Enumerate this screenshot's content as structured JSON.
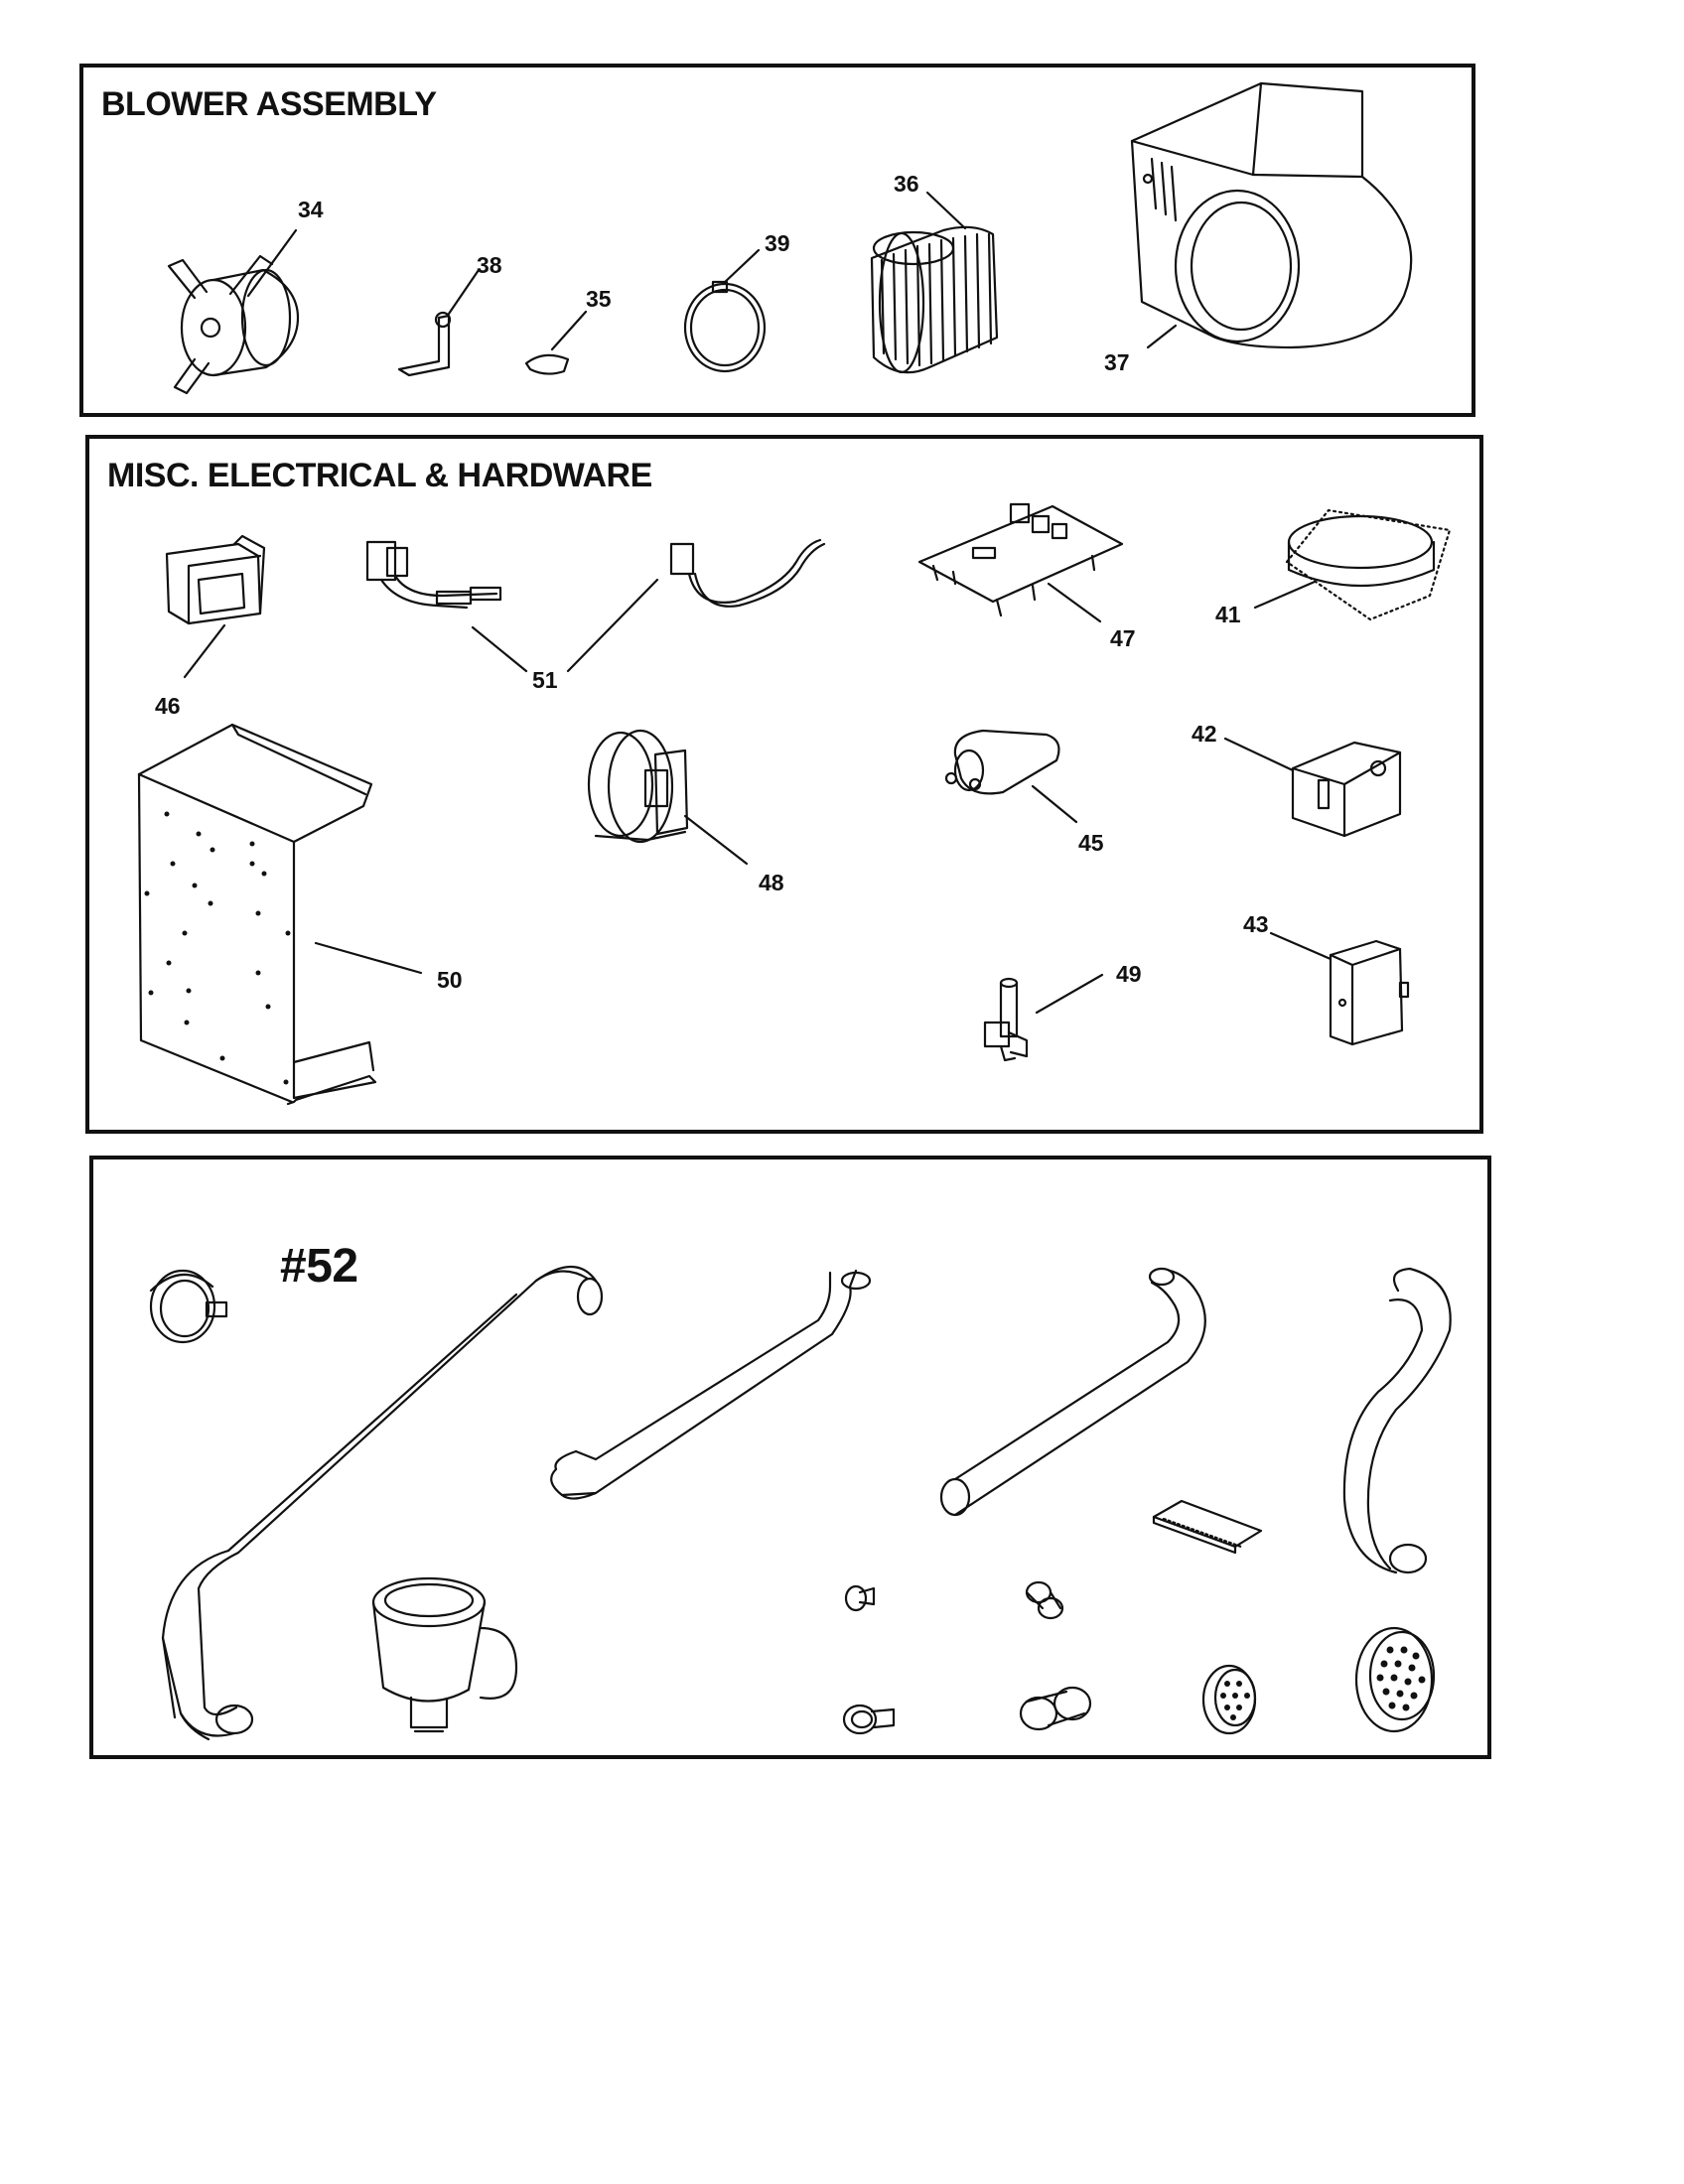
{
  "sections": {
    "blower": {
      "title": "BLOWER ASSEMBLY"
    },
    "misc": {
      "title": "MISC. ELECTRICAL & HARDWARE"
    },
    "kit": {
      "title": "#52"
    }
  },
  "callouts": {
    "c34": "34",
    "c38": "38",
    "c35": "35",
    "c39": "39",
    "c36": "36",
    "c37": "37",
    "c46": "46",
    "c51": "51",
    "c47": "47",
    "c41": "41",
    "c42": "42",
    "c45": "45",
    "c48": "48",
    "c50": "50",
    "c43": "43",
    "c49": "49"
  },
  "colors": {
    "ink": "#111111",
    "paper": "#ffffff"
  }
}
